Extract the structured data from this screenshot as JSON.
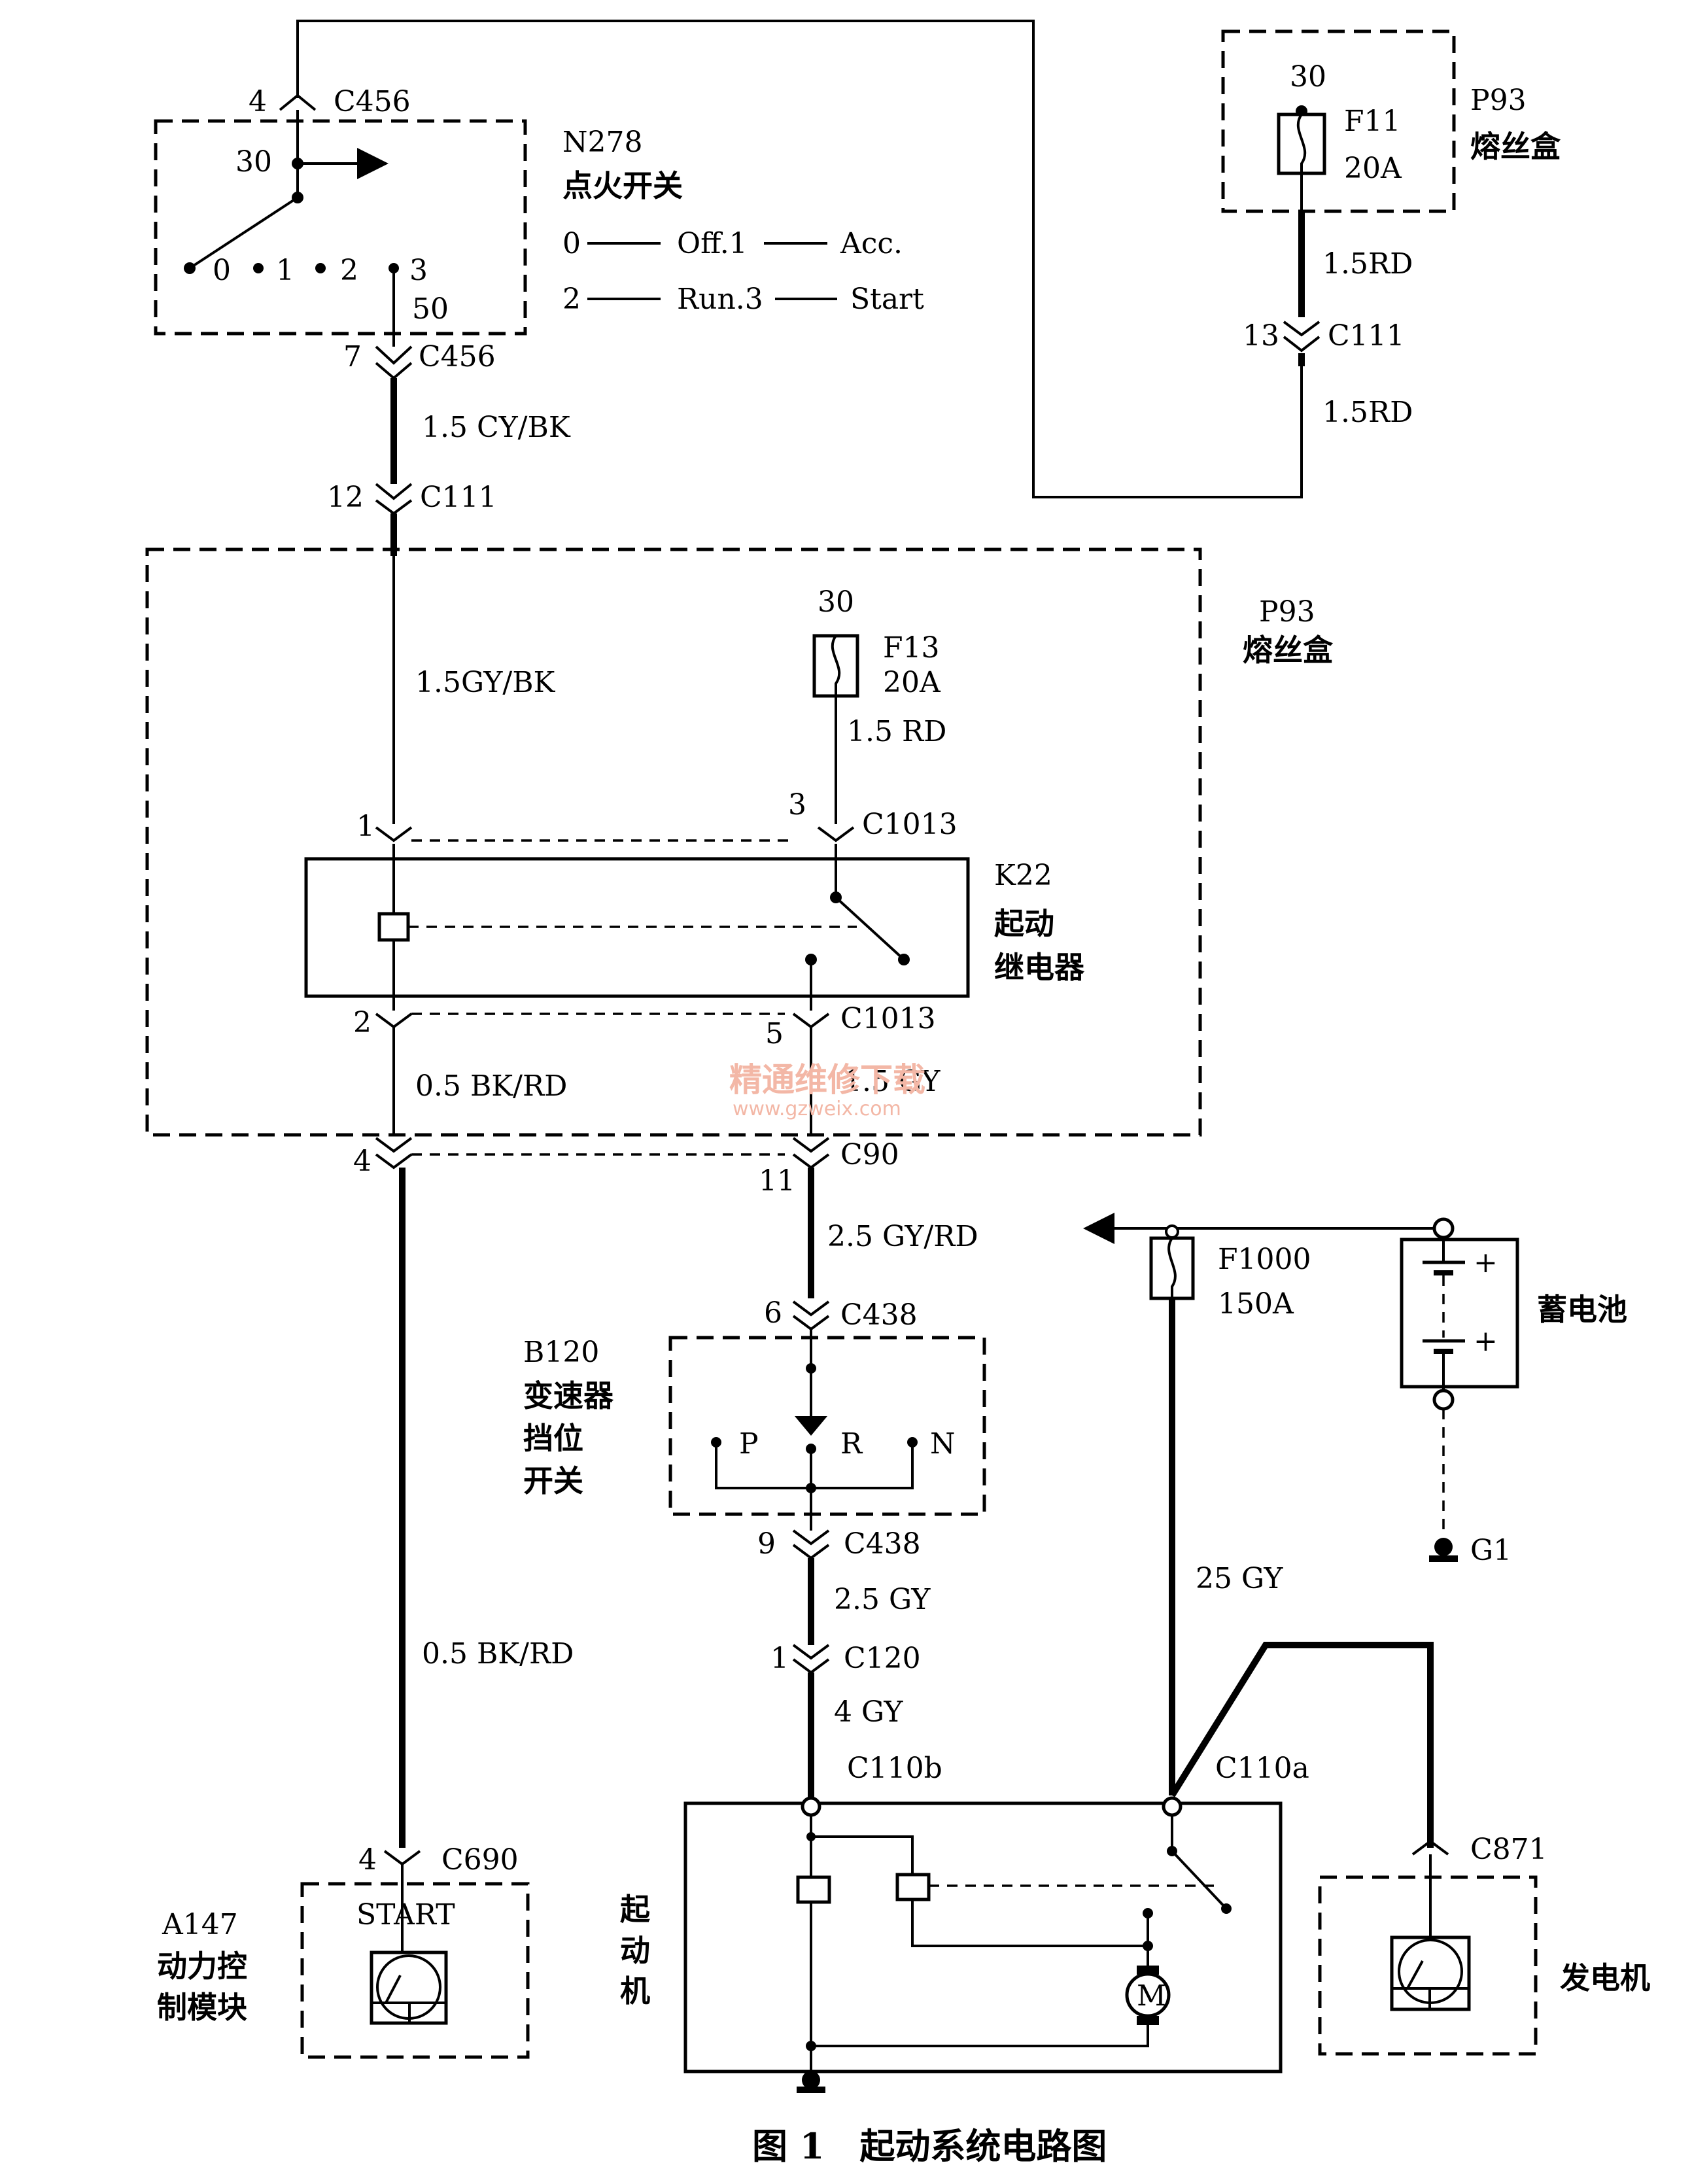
{
  "caption": "图 1　起动系统电路图",
  "watermark": {
    "main": "精通维修下载",
    "url": "www.gzweix.com"
  },
  "ignition_switch": {
    "code": "N278",
    "name": "点火开关",
    "terminal_in": "30",
    "terminal_out": "50",
    "positions": [
      "0",
      "1",
      "2",
      "3"
    ],
    "legend_line1": {
      "a": "0",
      "b": "Off.1",
      "c": "Acc."
    },
    "legend_line2": {
      "a": "2",
      "b": "Run.3",
      "c": "Start"
    }
  },
  "fuse_box_top": {
    "code": "P93",
    "name": "熔丝盒",
    "terminal": "30",
    "fuse": "F11",
    "rating": "20A"
  },
  "fuse_box_main": {
    "code": "P93",
    "name": "熔丝盒",
    "terminal": "30",
    "fuse": "F13",
    "rating": "20A"
  },
  "relay": {
    "code": "K22",
    "name1": "起动",
    "name2": "继电器"
  },
  "range_switch": {
    "code": "B120",
    "name1": "变速器",
    "name2": "挡位",
    "name3": "开关",
    "positions": [
      "P",
      "R",
      "N"
    ]
  },
  "battery": {
    "name": "蓄电池",
    "ground": "G1",
    "plus": "+"
  },
  "main_fuse": {
    "fuse": "F1000",
    "rating": "150A"
  },
  "starter": {
    "name1": "起",
    "name2": "动",
    "name3": "机",
    "motor": "M"
  },
  "pcm": {
    "code": "A147",
    "name1": "动力控",
    "name2": "制模块",
    "signal": "START"
  },
  "generator": {
    "name": "发电机"
  },
  "connectors": {
    "c456_top": {
      "pin": "4",
      "name": "C456"
    },
    "c456_bot": {
      "pin": "7",
      "name": "C456"
    },
    "c111_left": {
      "pin": "12",
      "name": "C111"
    },
    "c111_right": {
      "pin": "13",
      "name": "C111"
    },
    "c1013_in_left": {
      "pin": "1"
    },
    "c1013_in_right": {
      "pin": "3",
      "name": "C1013"
    },
    "c1013_out_left": {
      "pin": "2"
    },
    "c1013_out_right": {
      "pin": "5",
      "name": "C1013"
    },
    "c90_left": {
      "pin": "4"
    },
    "c90_right": {
      "pin": "11",
      "name": "C90"
    },
    "c438_top": {
      "pin": "6",
      "name": "C438"
    },
    "c438_bot": {
      "pin": "9",
      "name": "C438"
    },
    "c120": {
      "pin": "1",
      "name": "C120"
    },
    "c690": {
      "pin": "4",
      "name": "C690"
    },
    "c110b": {
      "name": "C110b"
    },
    "c110a": {
      "name": "C110a"
    },
    "c871": {
      "name": "C871"
    }
  },
  "wires": {
    "ign_out": "1.5 CY/BK",
    "ign_in_box": "1.5GY/BK",
    "f11_top": "1.5RD",
    "f11_bot": "1.5RD",
    "f13": "1.5 RD",
    "relay_coil_out": "0.5 BK/RD",
    "relay_sw_out": "1.5 GY",
    "c90_out": "2.5 GY/RD",
    "pcm_wire": "0.5 BK/RD",
    "c438_out": "2.5 GY",
    "c120_out": "4 GY",
    "battery_cable": "25 GY"
  }
}
